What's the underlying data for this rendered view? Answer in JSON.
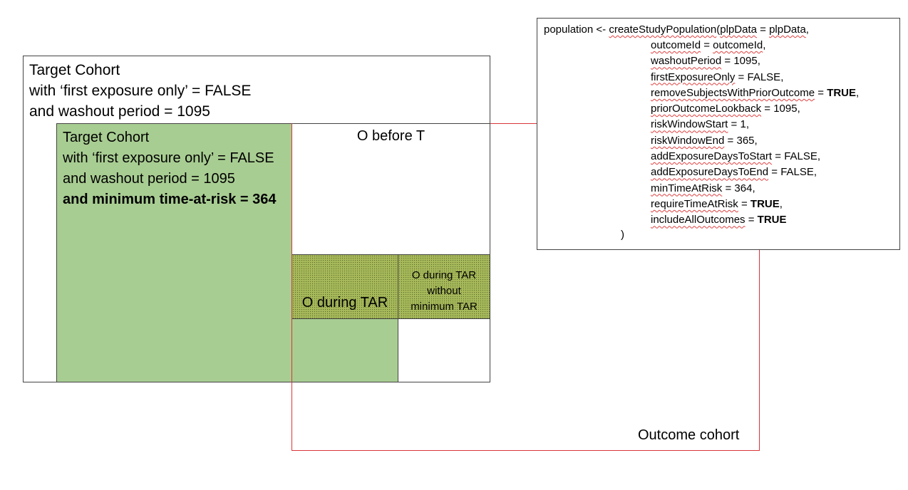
{
  "outer_cohort": {
    "lines": [
      "Target Cohort",
      "with ‘first exposure only’ = FALSE",
      "and washout period = 1095"
    ]
  },
  "inner_cohort": {
    "lines": [
      "Target Cohort",
      "with ‘first exposure only’ = FALSE",
      "and washout period = 1095"
    ],
    "bold_line": "and minimum time-at-risk = 364"
  },
  "regions": {
    "o_before_t": "O before T",
    "o_during_tar": "O during TAR",
    "o_during_tar_without_min": [
      "O during TAR",
      "without",
      "minimum TAR"
    ]
  },
  "outcome_cohort_label": "Outcome cohort",
  "code": {
    "call_prefix": "population <- ",
    "func": "createStudyPopulation",
    "first_arg_name": "plpData",
    "first_arg_eq": " = ",
    "first_arg_value": "plpData",
    "first_arg_tail": ",",
    "args": [
      {
        "name": "outcomeId",
        "eq": " = ",
        "value": "outcomeId",
        "value_style": "squiggle",
        "tail": ","
      },
      {
        "name": "washoutPeriod",
        "eq": " = ",
        "value": "1095",
        "value_style": "plain",
        "tail": ","
      },
      {
        "name": "firstExposureOnly",
        "eq": " = ",
        "value": "FALSE",
        "value_style": "plain",
        "tail": ","
      },
      {
        "name": "removeSubjectsWithPriorOutcome",
        "eq": " = ",
        "value": "TRUE",
        "value_style": "bold",
        "tail": ","
      },
      {
        "name": "priorOutcomeLookback",
        "eq": " = ",
        "value": "1095",
        "value_style": "plain",
        "tail": ","
      },
      {
        "name": "riskWindowStart",
        "eq": " = ",
        "value": "1",
        "value_style": "plain",
        "tail": ","
      },
      {
        "name": "riskWindowEnd",
        "eq": " = ",
        "value": "365",
        "value_style": "plain",
        "tail": ","
      },
      {
        "name": "addExposureDaysToStart",
        "eq": " = ",
        "value": "FALSE",
        "value_style": "plain",
        "tail": ","
      },
      {
        "name": "addExposureDaysToEnd",
        "eq": " = ",
        "value": "FALSE",
        "value_style": "plain",
        "tail": ","
      },
      {
        "name": "minTimeAtRisk",
        "eq": " = ",
        "value": "364",
        "value_style": "plain",
        "tail": ","
      },
      {
        "name": "requireTimeAtRisk",
        "eq": " = ",
        "value": "TRUE",
        "value_style": "bold",
        "tail": ","
      },
      {
        "name": "includeAllOutcomes",
        "eq": " = ",
        "value": "TRUE",
        "value_style": "bold",
        "tail": ""
      }
    ],
    "close": ")"
  },
  "colors": {
    "target_fill": "#a8cd92",
    "outcome_fill": "#a7b95a",
    "outcome_border": "#d9363a"
  }
}
